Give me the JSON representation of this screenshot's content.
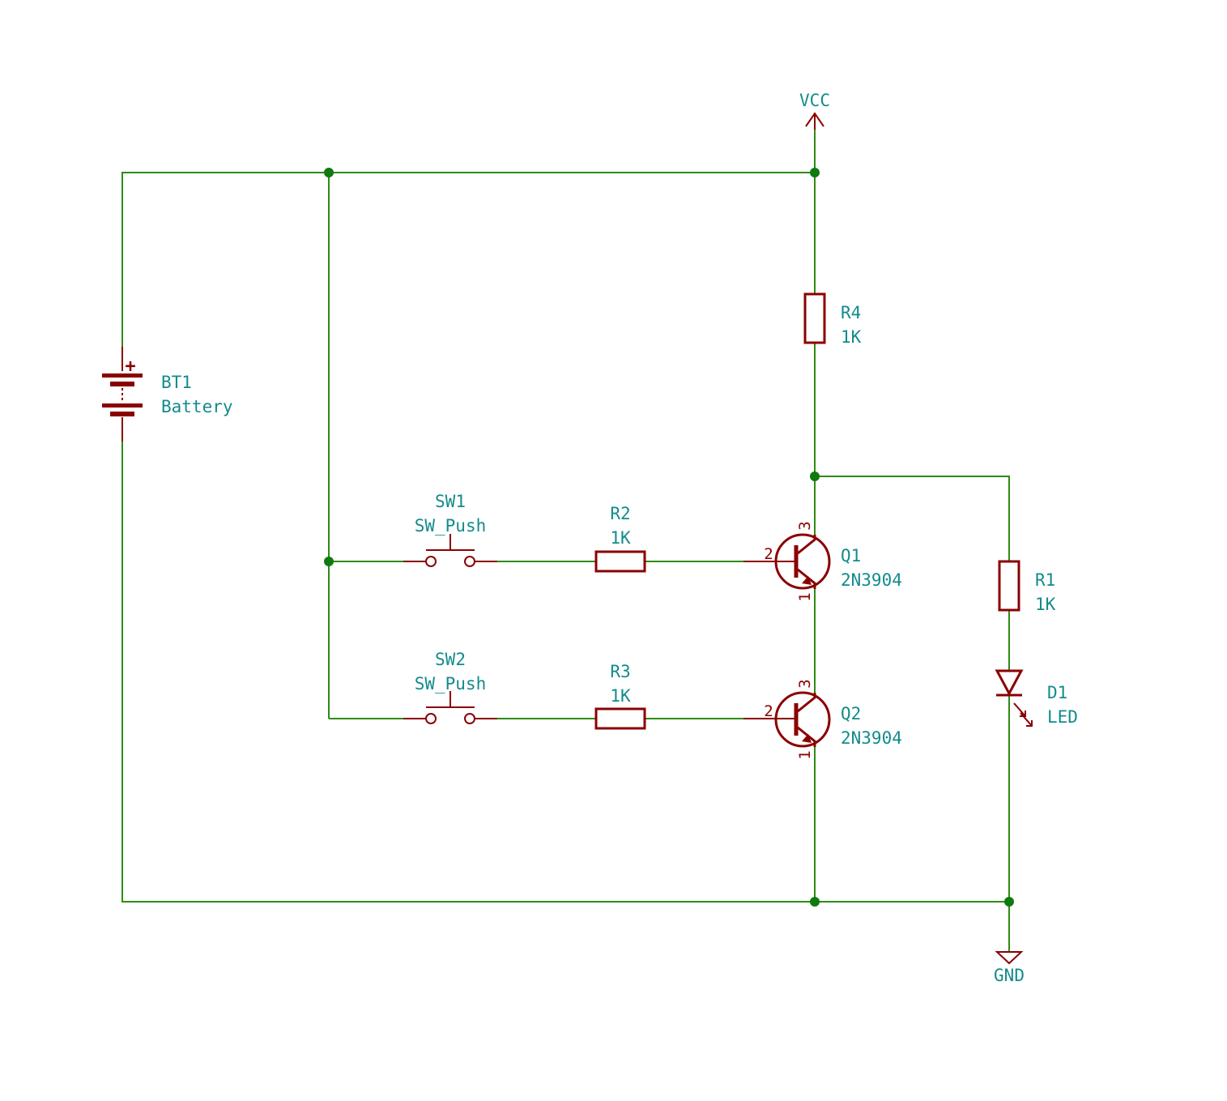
{
  "colors": {
    "wire": "#2e8b14",
    "symbol": "#8b0000",
    "label": "#138b8b",
    "junction": "#0f7a0f",
    "background": "#ffffff"
  },
  "power": {
    "vcc": "VCC",
    "gnd": "GND"
  },
  "components": {
    "bt1": {
      "ref": "BT1",
      "value": "Battery",
      "plus": "+"
    },
    "r4": {
      "ref": "R4",
      "value": "1K"
    },
    "sw1": {
      "ref": "SW1",
      "value": "SW_Push"
    },
    "sw2": {
      "ref": "SW2",
      "value": "SW_Push"
    },
    "r2": {
      "ref": "R2",
      "value": "1K"
    },
    "r3": {
      "ref": "R3",
      "value": "1K"
    },
    "q1": {
      "ref": "Q1",
      "value": "2N3904",
      "pin_base": "2",
      "pin_collector": "3",
      "pin_emitter": "1"
    },
    "q2": {
      "ref": "Q2",
      "value": "2N3904",
      "pin_base": "2",
      "pin_collector": "3",
      "pin_emitter": "1"
    },
    "r1": {
      "ref": "R1",
      "value": "1K"
    },
    "d1": {
      "ref": "D1",
      "value": "LED"
    }
  }
}
